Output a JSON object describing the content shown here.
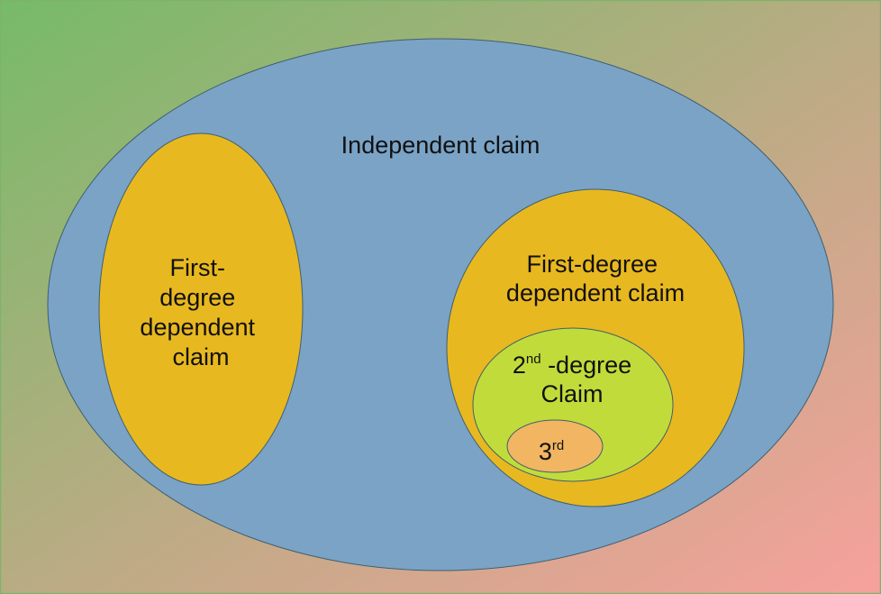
{
  "diagram": {
    "title": "Claim dependency nesting",
    "colors": {
      "background_top_left": "#76bb68",
      "background_top_right": "#b8ac83",
      "background_bottom_left": "#b8ac83",
      "background_bottom_right": "#f7a19c",
      "border": "#7fb36a",
      "independent_fill": "#7aa3c6",
      "first_degree_fill": "#e8b820",
      "second_degree_fill": "#c1dc3a",
      "third_degree_fill": "#f2b562",
      "outline": "#3f5f6f"
    },
    "nodes": {
      "independent": {
        "label": "Independent claim"
      },
      "first_left": {
        "label_lines": [
          "First-",
          "degree",
          "dependent",
          "claim"
        ]
      },
      "first_right": {
        "label_lines": [
          "First-degree",
          "dependent claim"
        ]
      },
      "second": {
        "number": "2",
        "sup": "nd",
        "suffix": " -degree",
        "line2": "Claim"
      },
      "third": {
        "number": "3",
        "sup": "rd"
      }
    }
  }
}
